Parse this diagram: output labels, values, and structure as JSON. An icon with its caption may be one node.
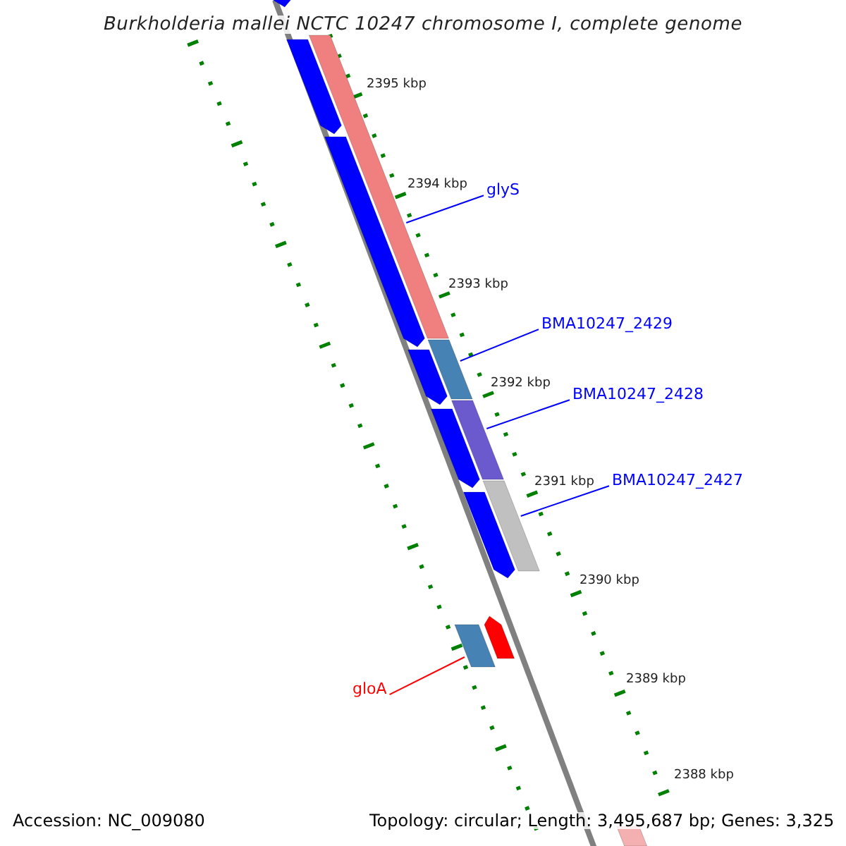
{
  "diagram": {
    "title": "Burkholderia mallei NCTC 10247 chromosome I, complete genome",
    "nodes": [
      {
        "text": [
          "glyS"
        ]
      },
      {
        "text": [],
        "shape": "bar"
      },
      {
        "text": [
          "BMA10247_2429"
        ]
      },
      {
        "text": [],
        "shape": "bar"
      },
      {
        "text": [
          "BMA10247_2428"
        ]
      },
      {
        "text": [],
        "shape": "bar"
      },
      {
        "text": [
          "BMA10247_2427"
        ]
      },
      {
        "text": [],
        "shape": "bar"
      },
      {
        "text": [
          "gloA"
        ]
      },
      {
        "text": [],
        "shape": "bar"
      },
      {
        "text": [],
        "shape": "bar"
      },
      {
        "text": [],
        "shape": "bar"
      },
      {
        "text": [],
        "shape": "bar"
      },
      {
        "text": [],
        "shape": "bar"
      },
      {
        "text": [],
        "shape": "bar"
      },
      {
        "text": [],
        "shape": "bar"
      },
      {
        "text": [],
        "shape": "bar"
      },
      {
        "text": [],
        "shape": "bar"
      }
    ],
    "edges": [
      {
        "from": 0,
        "to": 1,
        "arrow": "none"
      },
      {
        "from": 2,
        "to": 3,
        "arrow": "none"
      },
      {
        "from": 4,
        "to": 5,
        "arrow": "none"
      },
      {
        "from": 6,
        "to": 7,
        "arrow": "none"
      },
      {
        "from": 8,
        "to": 9,
        "arrow": "none",
        "color": "#ff0000"
      }
    ],
    "labels": [
      "2395 kbp",
      "2394 kbp",
      "2393 kbp",
      "2392 kbp",
      "2391 kbp",
      "2390 kbp",
      "2389 kbp",
      "2388 kbp",
      "Accession: NC_009080",
      "Topology: circular; Length: 3,495,687 bp; Genes: 3,325"
    ]
  }
}
